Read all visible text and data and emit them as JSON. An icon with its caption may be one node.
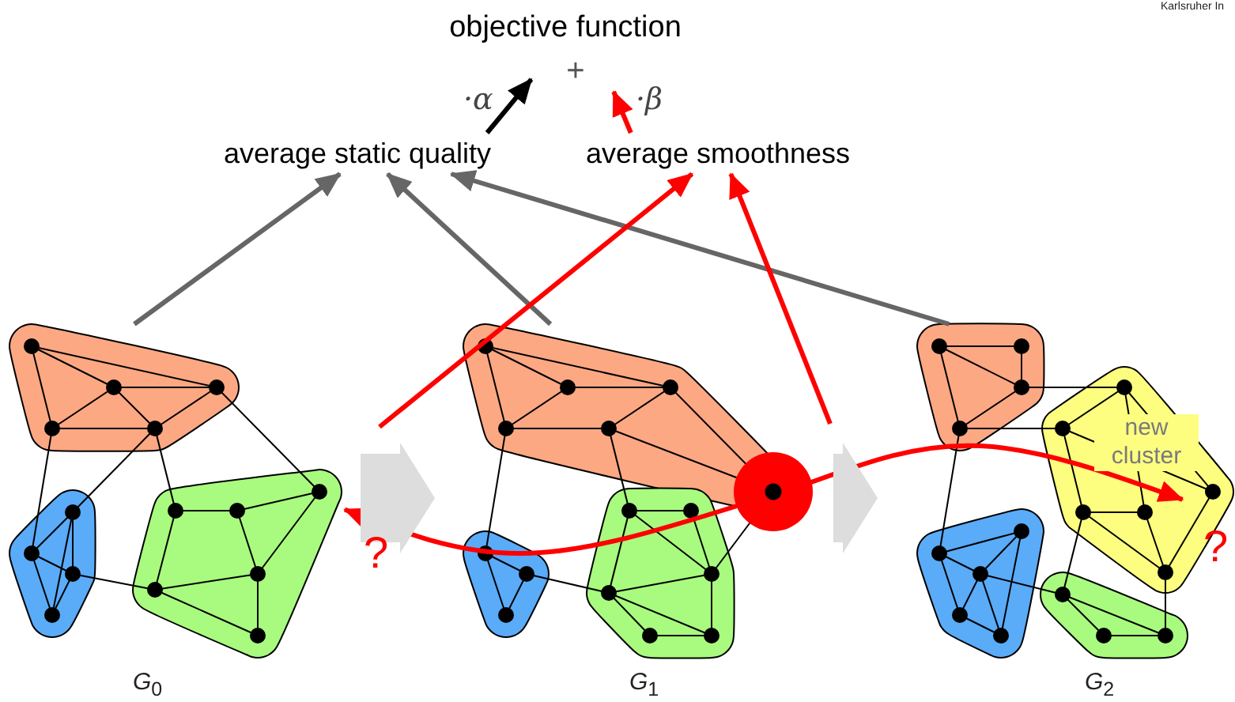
{
  "diagram": {
    "nodes": [
      {
        "text": [
          "objective function"
        ]
      },
      {
        "text": [
          "+"
        ]
      },
      {
        "text": [
          "average static quality"
        ]
      },
      {
        "text": [
          "average smoothness"
        ]
      },
      {
        "text": [
          "*G*$_{0}$"
        ]
      },
      {
        "text": [],
        "shape": "blob",
        "in": 4
      },
      {
        "text": [
          "*G*$_{1}$"
        ]
      },
      {
        "text": [],
        "shape": "circle"
      },
      {
        "text": [
          "*G*$_{2}$"
        ]
      },
      {
        "text": [
          "new cluster"
        ],
        "in": 8
      }
    ],
    "edges": [
      {
        "from": 2,
        "to": 1,
        "arrow": "to",
        "label": "·α",
        "color": "#000000"
      },
      {
        "from": 3,
        "to": 1,
        "arrow": "to",
        "label": "·β",
        "color": "#ff0000"
      },
      {
        "from": 4,
        "to": 2,
        "arrow": "to",
        "color": "#666666"
      },
      {
        "from": 6,
        "to": 2,
        "arrow": "to",
        "color": "#666666"
      },
      {
        "from": 8,
        "to": 2,
        "arrow": "to",
        "color": "#666666"
      },
      {
        "from": null,
        "to": 3,
        "arrow": "to",
        "color": "#ff0000"
      },
      {
        "from": null,
        "to": 3,
        "arrow": "to",
        "color": "#ff0000"
      },
      {
        "from": 7,
        "to": 5,
        "arrow": "to",
        "label": "?",
        "color": "#ff0000"
      },
      {
        "from": 7,
        "to": 9,
        "arrow": "to",
        "label": "?",
        "color": "#ff0000"
      },
      {
        "from": 4,
        "to": 6,
        "arrow": "to",
        "style": "thick",
        "color": "#dddddd"
      },
      {
        "from": 6,
        "to": 8,
        "arrow": "to",
        "style": "thick",
        "color": "#dddddd"
      }
    ],
    "labels": [
      "Karlsruher In"
    ]
  }
}
